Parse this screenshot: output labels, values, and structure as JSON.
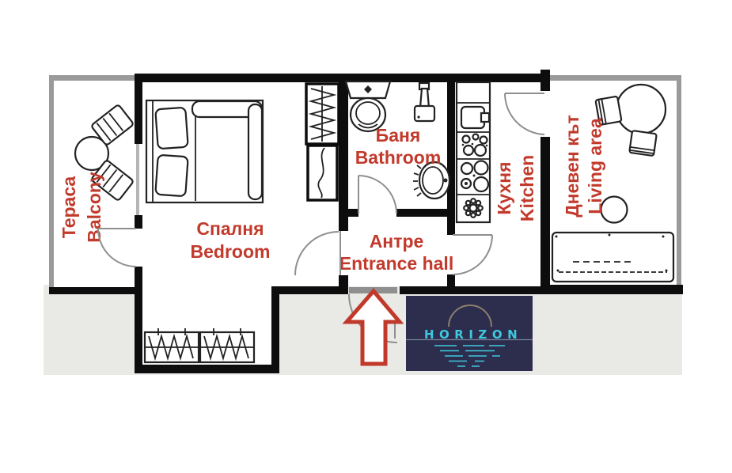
{
  "rooms": {
    "balcony": {
      "label_bg": "Тераса",
      "label_en": "Balcony"
    },
    "bedroom": {
      "label_bg": "Спалня",
      "label_en": "Bedroom"
    },
    "bathroom": {
      "label_bg": "Баня",
      "label_en": "Bathroom"
    },
    "entrance": {
      "label_bg": "Антре",
      "label_en": "Entrance hall"
    },
    "kitchen": {
      "label_bg": "Кухня",
      "label_en": "Kitchen"
    },
    "living": {
      "label_bg": "Дневен кът",
      "label_en": "Living area"
    }
  },
  "logo": {
    "brand": "HORIZON"
  },
  "colors": {
    "label-red": "#c23a2c",
    "arrow-red": "#c0392b",
    "wall-black": "#0d0d0d",
    "furniture-line": "#222222",
    "door-gray": "#8f8f8f",
    "rail-gray": "#9a9a9a",
    "outside-gray": "#e9e9e6",
    "logo-bg": "#2d2e4e",
    "logo-cyan": "#3fc9df",
    "logo-arc": "#8d7d6d",
    "logo-line": "#76849b"
  }
}
